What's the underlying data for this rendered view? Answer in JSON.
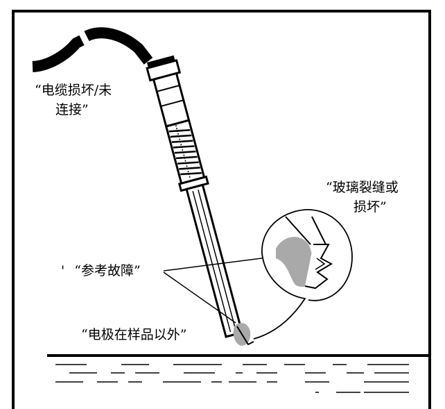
{
  "labels": {
    "cable": {
      "line1": "“电缆损坏/未",
      "line2": "连接”"
    },
    "glass": {
      "line1": "“玻璃裂缝或",
      "line2": "损坏”"
    },
    "reference": {
      "text": "“参考故障”",
      "tick": "'"
    },
    "electrode_outside": {
      "text": "“电极在样品以外”"
    }
  },
  "colors": {
    "ink": "#000000",
    "fault_grey": "#a9a9a9",
    "background": "#ffffff"
  }
}
